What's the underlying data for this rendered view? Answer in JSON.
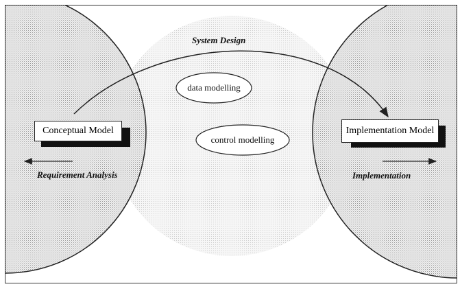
{
  "diagram": {
    "title": "System Design",
    "ellipse_data": "data modelling",
    "ellipse_control": "control modelling",
    "left_box": "Conceptual Model",
    "right_box": "Implementation Model",
    "left_caption": "Requirement Analysis",
    "right_caption": "Implementation"
  },
  "colors": {
    "stipple": "#d9d9d9",
    "stipple_light": "#ececec",
    "line": "#222222"
  }
}
